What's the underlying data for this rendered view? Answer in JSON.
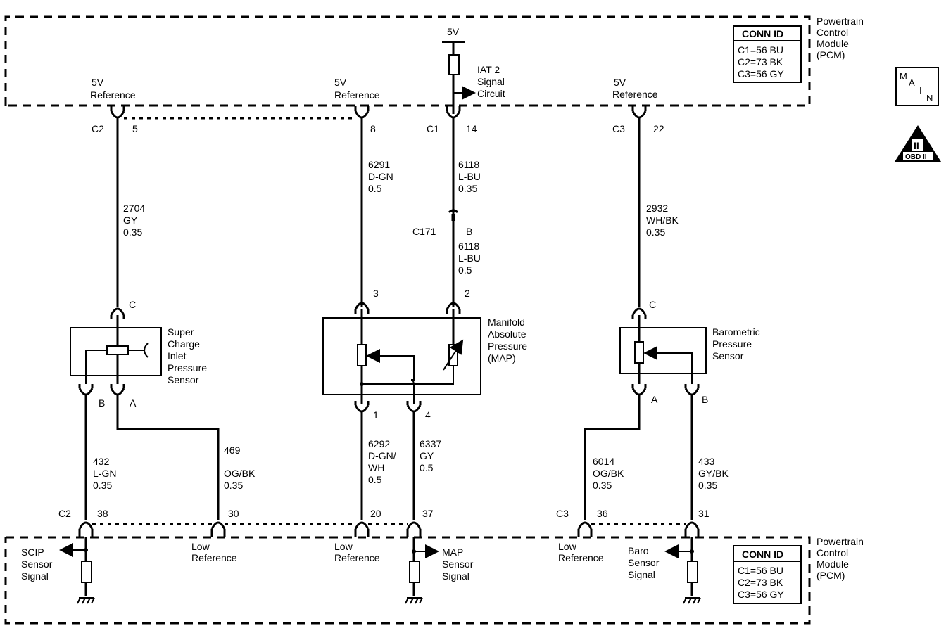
{
  "pcm_top": {
    "name_lines": [
      "Powertrain",
      "Control",
      "Module",
      "(PCM)"
    ],
    "conn_id_title": "CONN ID",
    "conn_id_lines": [
      "C1=56 BU",
      "C2=73 BK",
      "C3=56 GY"
    ],
    "ref1": [
      "5V",
      "Reference"
    ],
    "ref2": [
      "5V",
      "Reference"
    ],
    "ref3": [
      "5V",
      "Reference"
    ],
    "supply": "5V",
    "iat2": [
      "IAT 2",
      "Signal",
      "Circuit"
    ]
  },
  "pcm_bottom": {
    "name_lines": [
      "Powertrain",
      "Control",
      "Module",
      "(PCM)"
    ],
    "conn_id_title": "CONN ID",
    "conn_id_lines": [
      "C1=56 BU",
      "C2=73 BK",
      "C3=56 GY"
    ],
    "scip_signal": [
      "SCIP",
      "Sensor",
      "Signal"
    ],
    "low_ref1": [
      "Low",
      "Reference"
    ],
    "low_ref2": [
      "Low",
      "Reference"
    ],
    "map_signal": [
      "MAP",
      "Sensor",
      "Signal"
    ],
    "low_ref3": [
      "Low",
      "Reference"
    ],
    "baro_signal": [
      "Baro",
      "Sensor",
      "Signal"
    ]
  },
  "badges": {
    "main": [
      "M",
      "A",
      "I",
      "N"
    ],
    "obd": [
      "II",
      "OBD II"
    ]
  },
  "connectors": {
    "c2_top": {
      "conn": "C2",
      "pin": "5"
    },
    "pin8": "8",
    "c1_top": {
      "conn": "C1",
      "pin": "14"
    },
    "c3_top": {
      "conn": "C3",
      "pin": "22"
    },
    "c171": {
      "conn": "C171",
      "pin": "B"
    },
    "scip_c": "C",
    "scip_b": "B",
    "scip_a": "A",
    "map_3": "3",
    "map_2": "2",
    "map_1": "1",
    "map_4": "4",
    "baro_c": "C",
    "baro_a": "A",
    "baro_b": "B",
    "c2_bot": {
      "conn": "C2",
      "pin": "38"
    },
    "pin30": "30",
    "pin20": "20",
    "pin37": "37",
    "c3_bot": {
      "conn": "C3",
      "pin": "36"
    },
    "pin31": "31"
  },
  "wires": {
    "w2704": [
      "2704",
      "GY",
      "0.35"
    ],
    "w6291": [
      "6291",
      "D-GN",
      "0.5"
    ],
    "w6118a": [
      "6118",
      "L-BU",
      "0.35"
    ],
    "w6118b": [
      "6118",
      "L-BU",
      "0.5"
    ],
    "w2932": [
      "2932",
      "WH/BK",
      "0.35"
    ],
    "w432": [
      "432",
      "L-GN",
      "0.35"
    ],
    "w469": [
      "469",
      "OG/BK",
      "0.35"
    ],
    "w6292": [
      "6292",
      "D-GN/",
      "WH",
      "0.5"
    ],
    "w6337": [
      "6337",
      "GY",
      "0.5"
    ],
    "w6014": [
      "6014",
      "OG/BK",
      "0.35"
    ],
    "w433": [
      "433",
      "GY/BK",
      "0.35"
    ]
  },
  "components": {
    "scip": [
      "Super",
      "Charge",
      "Inlet",
      "Pressure",
      "Sensor"
    ],
    "map": [
      "Manifold",
      "Absolute",
      "Pressure",
      "(MAP)"
    ],
    "baro": [
      "Barometric",
      "Pressure",
      "Sensor"
    ]
  }
}
